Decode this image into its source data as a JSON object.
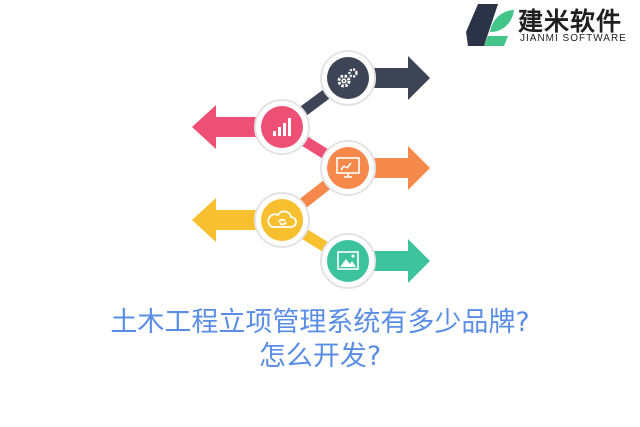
{
  "brand": {
    "name_cn": "建米软件",
    "name_en": "JIANMI SOFTWARE",
    "colors": {
      "logo_dark": "#2b3447",
      "logo_green": "#43c58a"
    }
  },
  "infographic": {
    "nodes": [
      {
        "icon": "gears-icon",
        "color": "#3c4456",
        "arrow_direction": "right"
      },
      {
        "icon": "bar-chart-icon",
        "color": "#ee4f74",
        "arrow_direction": "left"
      },
      {
        "icon": "presentation-icon",
        "color": "#f5894c",
        "arrow_direction": "right"
      },
      {
        "icon": "cloud-sync-icon",
        "color": "#f8bf2e",
        "arrow_direction": "left"
      },
      {
        "icon": "picture-icon",
        "color": "#3cc29c",
        "arrow_direction": "right"
      }
    ]
  },
  "headline": {
    "line1": "土木工程立项管理系统有多少品牌?",
    "line2": "怎么开发?",
    "color": "#5a8ee6"
  }
}
